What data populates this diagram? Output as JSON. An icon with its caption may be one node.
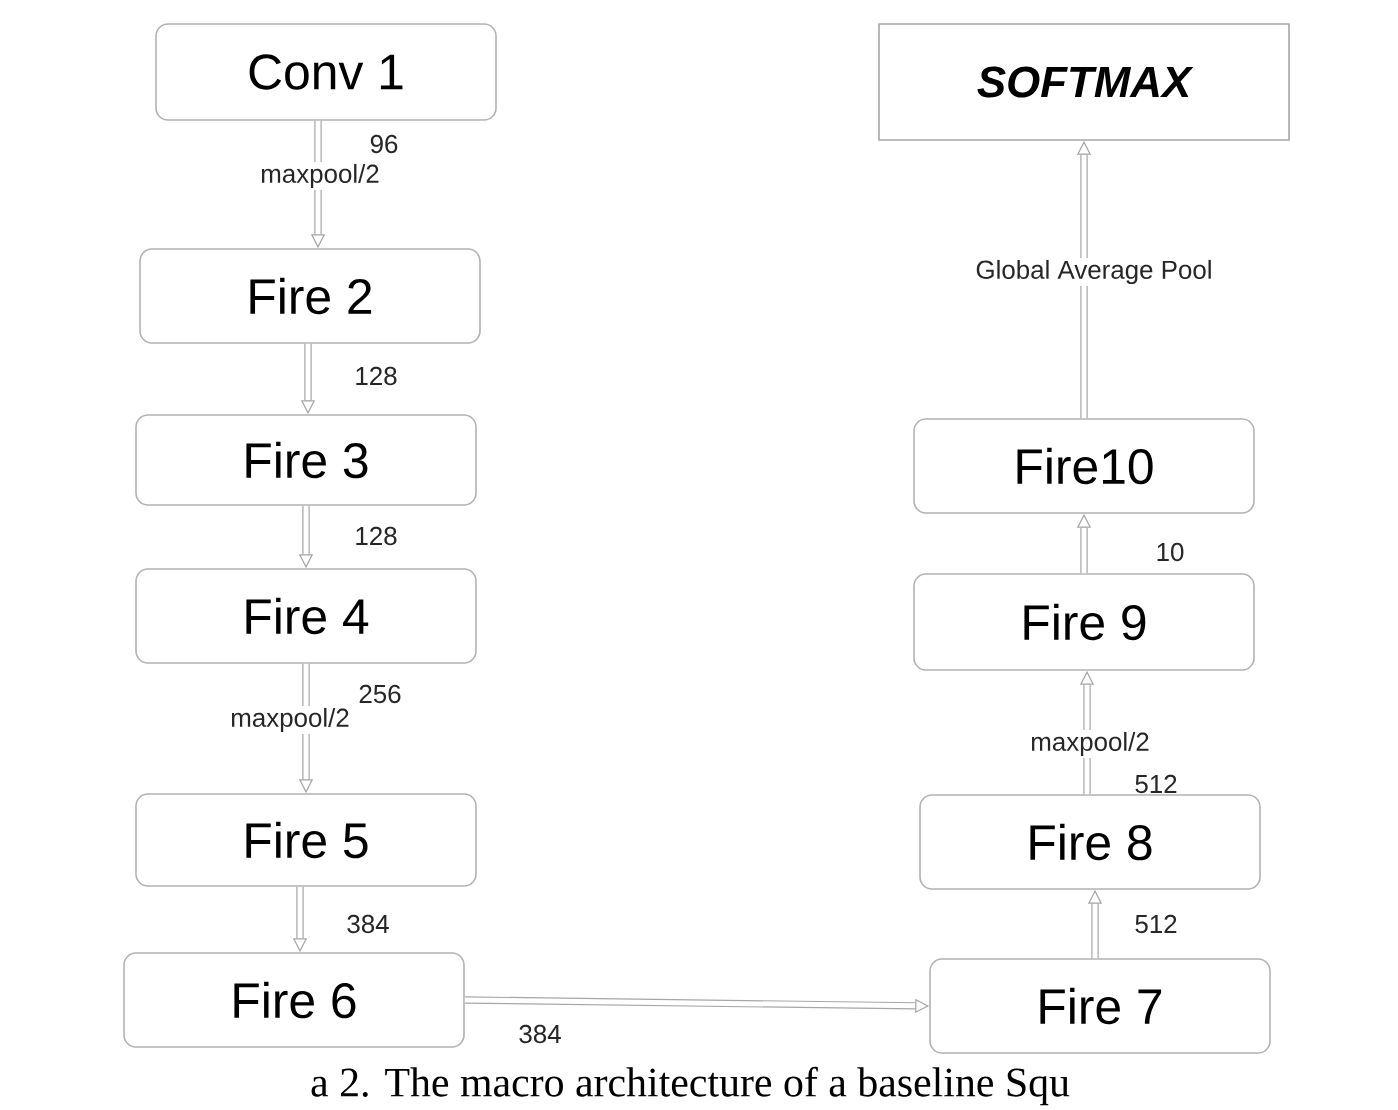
{
  "diagram": {
    "caption": "a 2. The macro architecture of a baseline Squ",
    "nodes": [
      {
        "text": [
          "Conv 1"
        ]
      },
      {
        "text": [
          "Fire 2"
        ]
      },
      {
        "text": [
          "Fire 3"
        ]
      },
      {
        "text": [
          "Fire 4"
        ]
      },
      {
        "text": [
          "Fire 5"
        ]
      },
      {
        "text": [
          "Fire 6"
        ]
      },
      {
        "text": [
          "Fire 7"
        ]
      },
      {
        "text": [
          "Fire 8"
        ]
      },
      {
        "text": [
          "Fire 9"
        ]
      },
      {
        "text": [
          "Fire10"
        ]
      },
      {
        "text": [
          "SOFTMAX"
        ]
      }
    ],
    "edges": [
      {
        "from": 0,
        "to": 1,
        "arrow": "to",
        "label": "maxpool/2"
      },
      {
        "from": 1,
        "to": 2,
        "arrow": "to",
        "label": "128"
      },
      {
        "from": 2,
        "to": 3,
        "arrow": "to",
        "label": "128"
      },
      {
        "from": 3,
        "to": 4,
        "arrow": "to",
        "label": "maxpool/2"
      },
      {
        "from": 4,
        "to": 5,
        "arrow": "to",
        "label": "384"
      },
      {
        "from": 5,
        "to": 6,
        "arrow": "to",
        "label": "384"
      },
      {
        "from": 6,
        "to": 7,
        "arrow": "to",
        "label": "512"
      },
      {
        "from": 7,
        "to": 8,
        "arrow": "to",
        "label": "maxpool/2"
      },
      {
        "from": 8,
        "to": 9,
        "arrow": "to",
        "label": "10"
      },
      {
        "from": 9,
        "to": 10,
        "arrow": "to",
        "label": "Global Average Pool"
      }
    ],
    "labels": [
      "96",
      "256",
      "512"
    ]
  }
}
